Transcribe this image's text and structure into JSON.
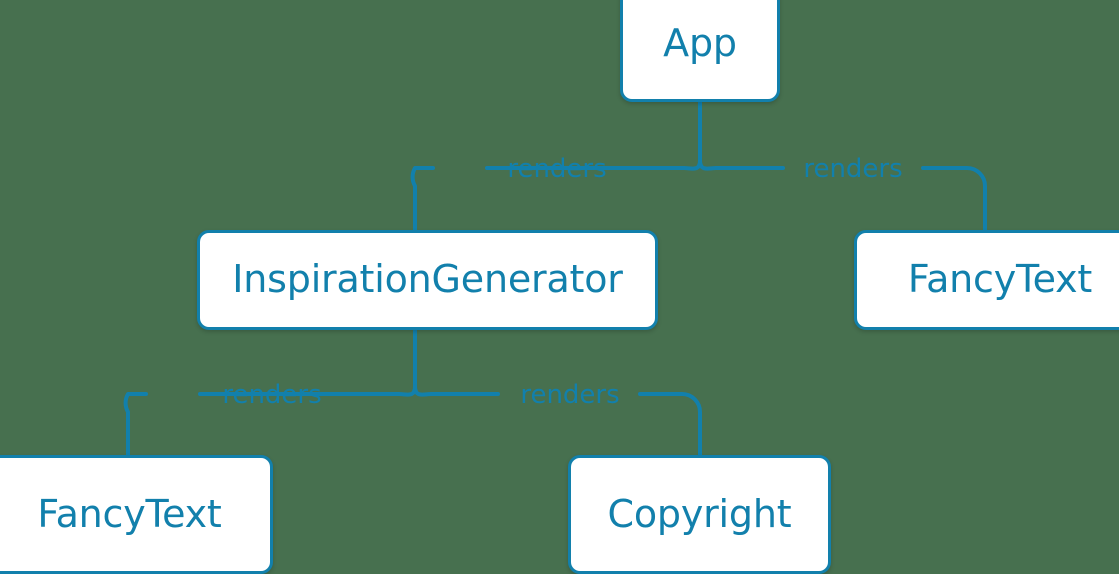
{
  "diagram": {
    "type": "component-tree",
    "background_color": "#47704f",
    "accent_color": "#1280ac",
    "node_fill_color": "#ffffff",
    "nodes": [
      {
        "id": "app",
        "label": "App"
      },
      {
        "id": "inspiration",
        "label": "InspirationGenerator"
      },
      {
        "id": "fancytext-right",
        "label": "FancyText"
      },
      {
        "id": "fancytext-left",
        "label": "FancyText"
      },
      {
        "id": "copyright",
        "label": "Copyright"
      }
    ],
    "edges": [
      {
        "id": "app-inspiration",
        "from": "app",
        "to": "inspiration",
        "label": "renders"
      },
      {
        "id": "app-fancytext-right",
        "from": "app",
        "to": "fancytext-right",
        "label": "renders"
      },
      {
        "id": "inspiration-fancytext",
        "from": "inspiration",
        "to": "fancytext-left",
        "label": "renders"
      },
      {
        "id": "inspiration-copyright",
        "from": "inspiration",
        "to": "copyright",
        "label": "renders"
      }
    ]
  }
}
